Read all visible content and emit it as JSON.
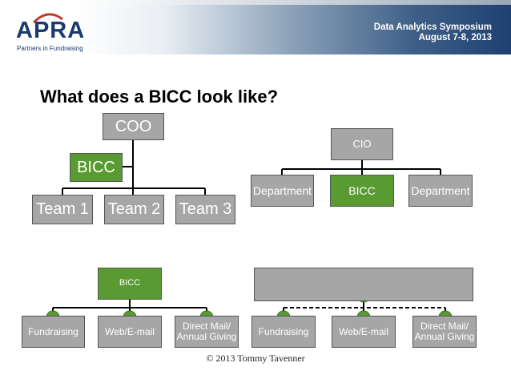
{
  "header": {
    "logo_text": "APRA",
    "logo_subtitle": "Partners in Fundraising",
    "event_title": "Data Analytics Symposium",
    "event_date": "August 7-8, 2013"
  },
  "slide": {
    "title": "What does a BICC look like?"
  },
  "diagram1": {
    "top": "COO",
    "side": "BICC",
    "teams": [
      "Team 1",
      "Team 2",
      "Team 3"
    ]
  },
  "diagram2": {
    "top": "CIO",
    "children": [
      "Department",
      "BICC",
      "Department"
    ]
  },
  "diagram3": {
    "top": "BICC",
    "children": [
      "Fundraising",
      "Web/E-mail",
      "Direct Mail/\nAnnual Giving"
    ]
  },
  "diagram4": {
    "top": "",
    "children": [
      "Fundraising",
      "Web/E-mail",
      "Direct Mail/\nAnnual Giving"
    ]
  },
  "footer": {
    "copyright": "© 2013 Tommy Tavenner"
  },
  "colors": {
    "gray_box": "#a6a6a6",
    "green_box": "#5a9a32",
    "line": "#000000"
  }
}
